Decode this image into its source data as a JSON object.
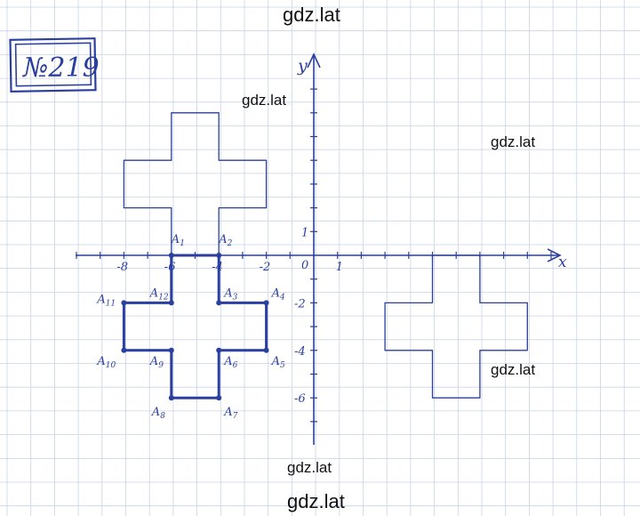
{
  "watermarks": [
    "gdz.lat",
    "gdz.lat",
    "gdz.lat",
    "gdz.lat",
    "gdz.lat",
    "gdz.lat"
  ],
  "problem_number": "№219",
  "axes": {
    "x_label": "x",
    "y_label": "y",
    "origin": "0"
  },
  "x_ticks": [
    {
      "value": -8,
      "label": "-8"
    },
    {
      "value": -6,
      "label": "-6"
    },
    {
      "value": -4,
      "label": "-4"
    },
    {
      "value": -2,
      "label": "-2"
    },
    {
      "value": 1,
      "label": "1"
    }
  ],
  "y_ticks": [
    {
      "value": 1,
      "label": "1"
    },
    {
      "value": -2,
      "label": "-2"
    },
    {
      "value": -4,
      "label": "-4"
    },
    {
      "value": -6,
      "label": "-6"
    }
  ],
  "colors": {
    "ink": "#2b3f9e",
    "grid": "#c9d3e6",
    "watermark": "#111111"
  },
  "points": [
    {
      "label": "A1",
      "x": -6,
      "y": 0
    },
    {
      "label": "A2",
      "x": -4,
      "y": 0
    },
    {
      "label": "A3",
      "x": -4,
      "y": -2
    },
    {
      "label": "A4",
      "x": -2,
      "y": -2
    },
    {
      "label": "A5",
      "x": -2,
      "y": -4
    },
    {
      "label": "A6",
      "x": -4,
      "y": -4
    },
    {
      "label": "A7",
      "x": -4,
      "y": -6
    },
    {
      "label": "A8",
      "x": -6,
      "y": -6
    },
    {
      "label": "A9",
      "x": -6,
      "y": -4
    },
    {
      "label": "A10",
      "x": -8,
      "y": -4
    },
    {
      "label": "A11",
      "x": -8,
      "y": -2
    },
    {
      "label": "A12",
      "x": -6,
      "y": -2
    }
  ],
  "figures": [
    {
      "name": "cross-original",
      "vertices": [
        [
          -6,
          0
        ],
        [
          -4,
          0
        ],
        [
          -4,
          -2
        ],
        [
          -2,
          -2
        ],
        [
          -2,
          -4
        ],
        [
          -4,
          -4
        ],
        [
          -4,
          -6
        ],
        [
          -6,
          -6
        ],
        [
          -6,
          -4
        ],
        [
          -8,
          -4
        ],
        [
          -8,
          -2
        ],
        [
          -6,
          -2
        ]
      ]
    },
    {
      "name": "cross-reflected-x",
      "vertices": [
        [
          -6,
          0
        ],
        [
          -4,
          0
        ],
        [
          -4,
          2
        ],
        [
          -2,
          2
        ],
        [
          -2,
          4
        ],
        [
          -4,
          4
        ],
        [
          -4,
          6
        ],
        [
          -6,
          6
        ],
        [
          -6,
          4
        ],
        [
          -8,
          4
        ],
        [
          -8,
          2
        ],
        [
          -6,
          2
        ]
      ]
    },
    {
      "name": "cross-translated",
      "vertices": [
        [
          5,
          0
        ],
        [
          7,
          0
        ],
        [
          7,
          -2
        ],
        [
          9,
          -2
        ],
        [
          9,
          -4
        ],
        [
          7,
          -4
        ],
        [
          7,
          -6
        ],
        [
          5,
          -6
        ],
        [
          5,
          -4
        ],
        [
          3,
          -4
        ],
        [
          3,
          -2
        ],
        [
          5,
          -2
        ]
      ]
    }
  ]
}
